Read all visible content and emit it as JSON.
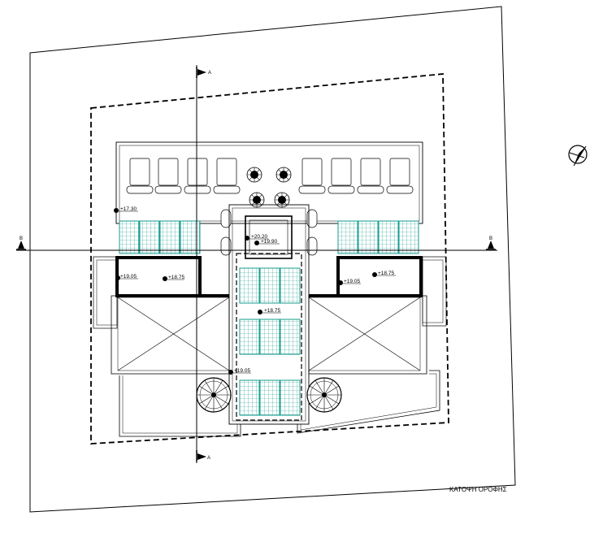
{
  "drawing": {
    "title": "ΚΑΤΟΨΗ ΟΡΟΦΗΣ",
    "section_a_label": "A",
    "section_b_label": "B",
    "levels": {
      "parapet_left": "+17.30",
      "stair_top": "+20.20",
      "stair_roof": "+19.90",
      "left_roof": "+19.05",
      "left_room": "+18.75",
      "right_roof": "+19.05",
      "right_room": "+18.75",
      "central_roof": "+18.75",
      "central_lower": "+19.05"
    },
    "colors": {
      "line": "#000000",
      "solar_panel": "#1a9e8f"
    },
    "icons": [
      "north-arrow-icon",
      "spiral-stair-icon",
      "ac-fan-unit-icon",
      "solar-panel-icon",
      "level-marker-icon",
      "water-heater-icon"
    ]
  }
}
